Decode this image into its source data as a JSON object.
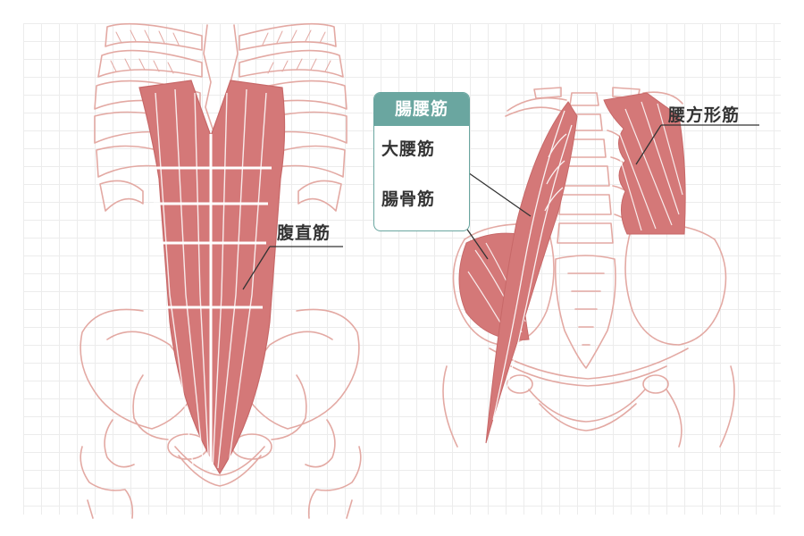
{
  "labels": {
    "rectus_abdominis": "腹直筋",
    "iliopsoas_group": "腸腰筋",
    "psoas_major": "大腰筋",
    "iliacus": "腸骨筋",
    "quadratus_lumborum": "腰方形筋"
  },
  "colors": {
    "muscle": "#d47878",
    "bone_line": "#e3a9a3",
    "accent": "#6aa6a0",
    "grid": "#ececec",
    "text": "#333333"
  }
}
